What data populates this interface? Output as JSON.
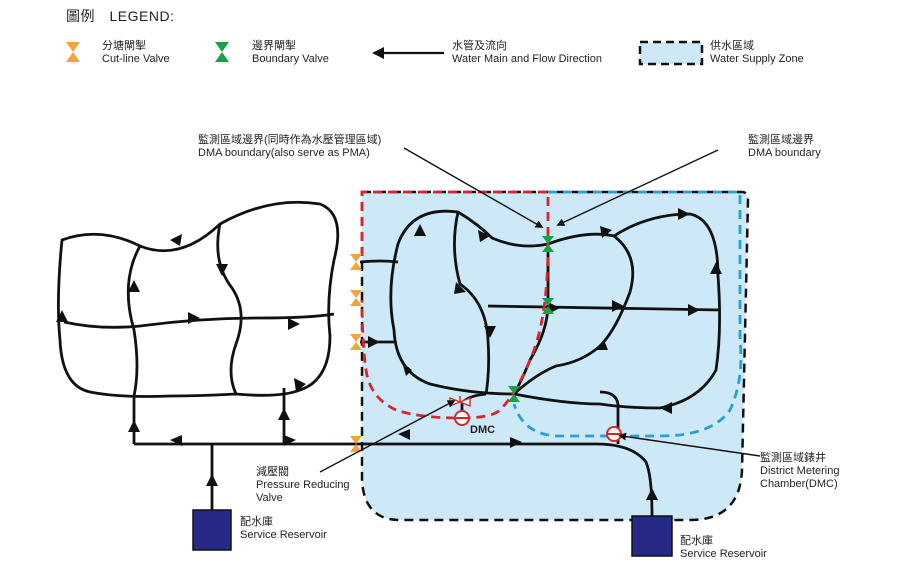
{
  "legend": {
    "title": "圖例　LEGEND:",
    "cutline_valve": {
      "zh": "分塘閘掣",
      "en": "Cut-line Valve",
      "color": "#f7a23c"
    },
    "boundary_valve": {
      "zh": "邊界閘掣",
      "en": "Boundary Valve",
      "color": "#1aa048"
    },
    "water_main": {
      "zh": "水管及流向",
      "en": "Water Main and Flow Direction"
    },
    "supply_zone": {
      "zh": "供水區域",
      "en": "Water Supply Zone",
      "color": "#cde8f7"
    }
  },
  "callouts": {
    "dma_pma_boundary": {
      "zh": "監測區域邊界(同時作為水壓管理區域)",
      "en": "DMA boundary(also serve as PMA)"
    },
    "dma_boundary": {
      "zh": "監測區域邊界",
      "en": "DMA boundary"
    },
    "prv": {
      "zh": "減壓閥",
      "en1": "Pressure Reducing",
      "en2": "Valve"
    },
    "dmc_label": "DMC",
    "dmc": {
      "zh": "監測區域錶井",
      "en1": "District Metering",
      "en2": "Chamber(DMC)"
    },
    "reservoir_left": {
      "zh": "配水庫",
      "en": "Service Reservoir"
    },
    "reservoir_right": {
      "zh": "配水庫",
      "en": "Service Reservoir"
    }
  },
  "colors": {
    "pipe": "#111111",
    "red_boundary": "#d7262e",
    "blue_boundary": "#2a9fd6",
    "reservoir": "#262a86",
    "zone_fill": "#cde8f7"
  }
}
